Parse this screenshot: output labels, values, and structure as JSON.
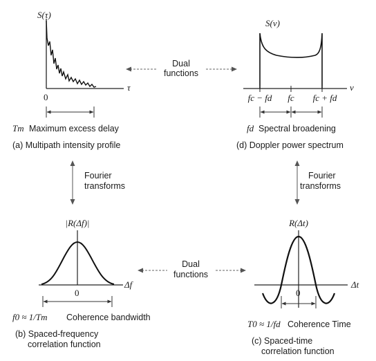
{
  "multipath_panel": {
    "y_label": "S(τ)",
    "x_var": "τ",
    "origin": "0",
    "tm_symbol": "Tm",
    "tm_desc": "Maximum excess delay",
    "caption": "(a) Multipath intensity profile"
  },
  "doppler_panel": {
    "y_label": "S(ν)",
    "x_var": "ν",
    "tick_left": "fc − fd",
    "tick_center": "fc",
    "tick_right": "fc + fd",
    "fd_symbol": "fd",
    "fd_desc": "Spectral broadening",
    "caption": "(d) Doppler power spectrum"
  },
  "coherence_bw_panel": {
    "y_label": "|R(Δf)|",
    "x_var": "Δf",
    "origin": "0",
    "formula": "f0 ≈ 1/Tm",
    "desc": "Coherence bandwidth",
    "caption_line1": "(b) Spaced-frequency",
    "caption_line2": "correlation function"
  },
  "coherence_time_panel": {
    "y_label": "R(Δt)",
    "x_var": "Δt",
    "origin": "0",
    "formula": "T0 ≈ 1/fd",
    "desc": "Coherence Time",
    "caption_line1": "(c) Spaced-time",
    "caption_line2": "correlation function"
  },
  "relations": {
    "dual_top_line1": "Dual",
    "dual_top_line2": "functions",
    "dual_bottom_line1": "Dual",
    "dual_bottom_line2": "functions",
    "fourier_left_line1": "Fourier",
    "fourier_left_line2": "transforms",
    "fourier_right_line1": "Fourier",
    "fourier_right_line2": "transforms"
  }
}
